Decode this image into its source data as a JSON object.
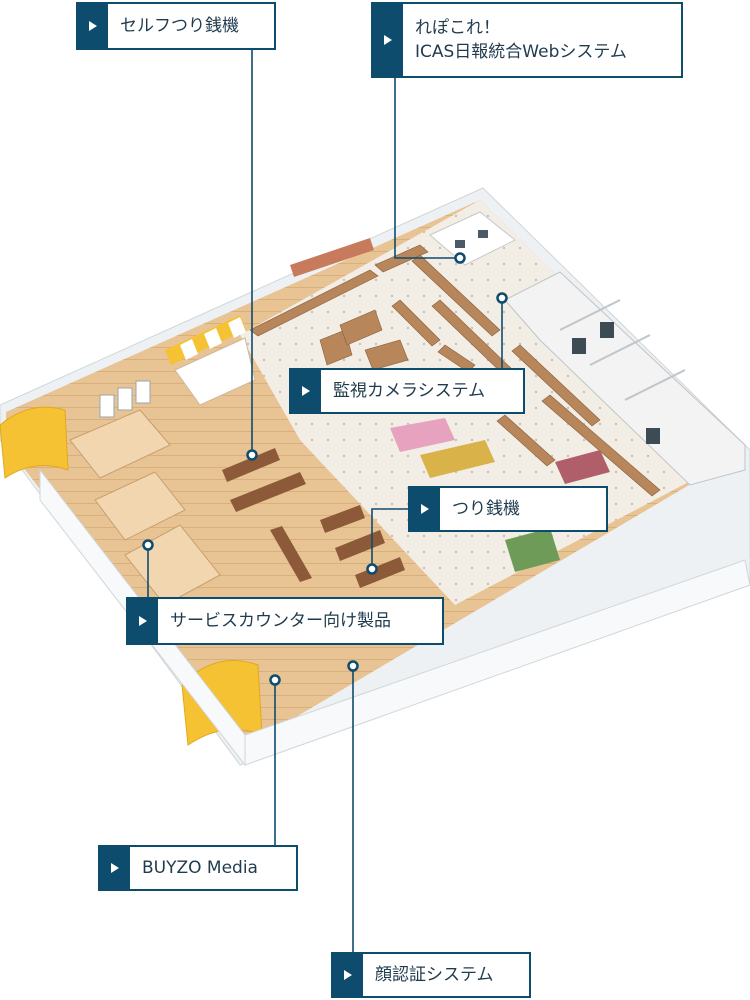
{
  "callouts": [
    {
      "id": "self-change-machine",
      "label": "セルフつり銭機"
    },
    {
      "id": "repokore",
      "label_line1": "れぽこれ！",
      "label_line2": "ICAS日報統合Webシステム"
    },
    {
      "id": "camera-system",
      "label": "監視カメラシステム"
    },
    {
      "id": "change-machine",
      "label": "つり銭機"
    },
    {
      "id": "service-counter",
      "label": "サービスカウンター向け製品"
    },
    {
      "id": "buyzo-media",
      "label": "BUYZO Media"
    },
    {
      "id": "face-recognition",
      "label": "顔認証システム"
    }
  ],
  "colors": {
    "accent": "#0e4c6e",
    "floor_wood": "#e9c79a",
    "floor_tile": "#f1ece4",
    "wall": "#ffffff",
    "awning_yellow": "#f5c233"
  }
}
